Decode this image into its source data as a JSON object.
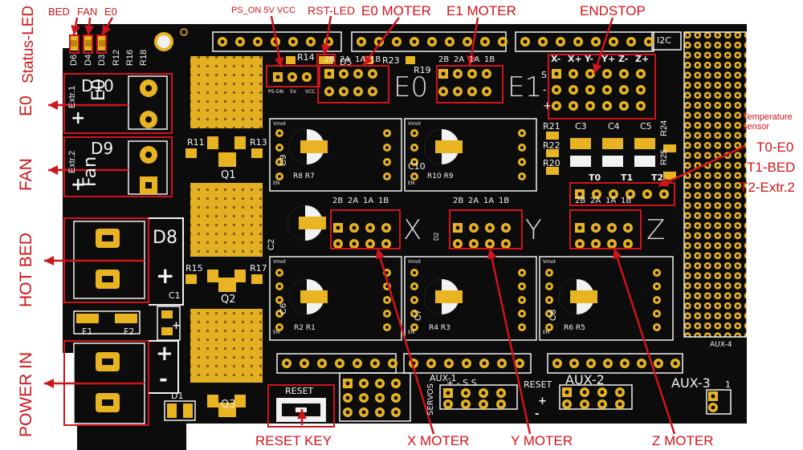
{
  "callouts": {
    "status_led": "Status-LED",
    "bed": "BED",
    "fan": "FAN",
    "e0": "E0",
    "ps_on_5v_vcc": "PS_ON 5V VCC",
    "rst_led": "RST-LED",
    "e0_moter": "E0 MOTER",
    "e1_moter": "E1 MOTER",
    "endstop": "ENDSTOP",
    "temperature": "Temperature",
    "sensor": "sensor",
    "t0_e0": "T0-E0",
    "t1_bed": "T1-BED",
    "t2_extr2": "T2-Extr.2",
    "side_e0": "E0",
    "side_fan": "FAN",
    "side_hot_bed": "HOT BED",
    "side_power_in": "POWER IN",
    "reset_key": "RESET KEY",
    "x_moter": "X MOTER",
    "y_moter": "Y MOTER",
    "z_moter": "Z MOTER"
  },
  "silkscreen": {
    "led_refs": [
      "D6",
      "D4",
      "D3"
    ],
    "resistor_refs_top": [
      "R12",
      "R16",
      "R18"
    ],
    "d10": "D10",
    "extr1": "Extr.1",
    "e0_terminal": "E0",
    "d9": "D9",
    "extr2": "Extr.2",
    "fan_terminal": "Fan",
    "plus": "+",
    "minus": "-",
    "d8": "D8",
    "r14": "R14",
    "d5": "D5",
    "r23": "R23",
    "r19": "R19",
    "ps_on_small": "PS-ON",
    "five_v_small": "5V",
    "vcc_small": "VCC",
    "e0_big": "E0",
    "e1_big": "E1",
    "x_big": "X",
    "y_big": "Y",
    "z_big": "Z",
    "coil_labels": [
      "2B",
      "2A",
      "1A",
      "1B"
    ],
    "endstop_labels": [
      "X-",
      "X+",
      "Y-",
      "Y+",
      "Z-",
      "Z+"
    ],
    "s_mark": "S",
    "i2c": "I2C",
    "r11": "R11",
    "r13": "R13",
    "q1": "Q1",
    "r15": "R15",
    "r17": "R17",
    "q2": "Q2",
    "q3": "Q3",
    "c1": "C1",
    "f1": "F1",
    "f2": "F2",
    "d1": "D1",
    "c2": "C2",
    "c3": "C3",
    "c4": "C4",
    "c5": "C5",
    "c6": "C6",
    "c7": "C7",
    "c8": "C8",
    "c9": "C9",
    "c10": "C10",
    "r21": "R21",
    "r22": "R22",
    "r20": "R20",
    "r24": "R24",
    "r25": "R25",
    "t0": "T0",
    "t1": "T1",
    "t2": "T2",
    "r8r7": "R8  R7",
    "r10r9": "R10 R9",
    "r2r1": "R2  R1",
    "r4r3": "R4  R3",
    "r6r5": "R6  R5",
    "vmot": "Vmot",
    "en": "EN",
    "reset": "RESET",
    "servos": "SERVOS",
    "aux1": "AUX-1",
    "aux2": "AUX-2",
    "aux3": "AUX-3",
    "aux4": "AUX-4",
    "aux3_pin1": "1",
    "aux1_pins": "+  -  S  S",
    "d2": "D2"
  },
  "colors": {
    "pcb": "#0c0c0c",
    "gold": "#e9b422",
    "silkscreen": "#f2f2f2",
    "callout_red": "#d0141b"
  }
}
